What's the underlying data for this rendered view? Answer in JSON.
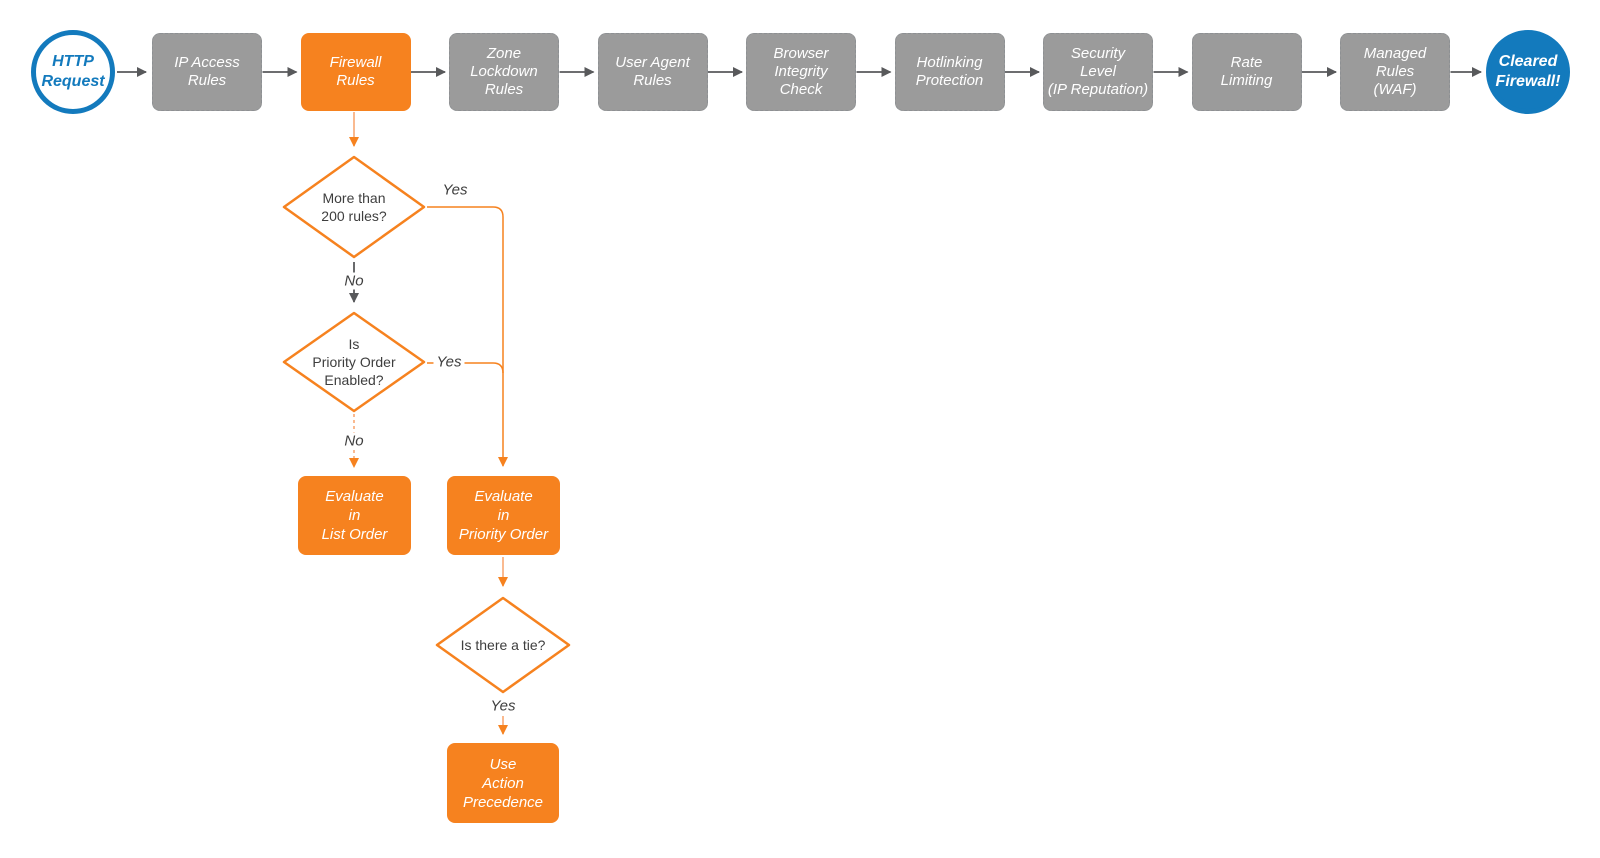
{
  "diagram_title": "Cloudflare firewall evaluation flowchart",
  "colors": {
    "orange": "#F6821F",
    "light_orange": "#F9A875",
    "gray_box": "#9B9B9B",
    "arrow_gray": "#58595B",
    "blue": "#137ABD",
    "label_text": "#3E3E3E"
  },
  "start": {
    "label": "HTTP\nRequest"
  },
  "end": {
    "label": "Cleared\nFirewall!"
  },
  "pipeline": [
    {
      "label": "IP Access\nRules",
      "highlight": false
    },
    {
      "label": "Firewall\nRules",
      "highlight": true
    },
    {
      "label": "Zone\nLockdown\nRules",
      "highlight": false
    },
    {
      "label": "User Agent\nRules",
      "highlight": false
    },
    {
      "label": "Browser\nIntegrity\nCheck",
      "highlight": false
    },
    {
      "label": "Hotlinking\nProtection",
      "highlight": false
    },
    {
      "label": "Security\nLevel\n(IP Reputation)",
      "highlight": false
    },
    {
      "label": "Rate\nLimiting",
      "highlight": false
    },
    {
      "label": "Managed\nRules\n(WAF)",
      "highlight": false
    }
  ],
  "decisions": {
    "rules_count": {
      "label": "More than\n200 rules?"
    },
    "priority_enabled": {
      "label": "Is\nPriority Order\nEnabled?"
    },
    "tie": {
      "label": "Is there a tie?"
    }
  },
  "actions": {
    "list_order": {
      "label": "Evaluate\nin\nList Order"
    },
    "priority_order": {
      "label": "Evaluate\nin\nPriority Order"
    },
    "action_precedence": {
      "label": "Use\nAction\nPrecedence"
    }
  },
  "edge_labels": {
    "rules_yes": "Yes",
    "rules_no": "No",
    "priority_yes": "Yes",
    "priority_no": "No",
    "tie_yes": "Yes"
  }
}
